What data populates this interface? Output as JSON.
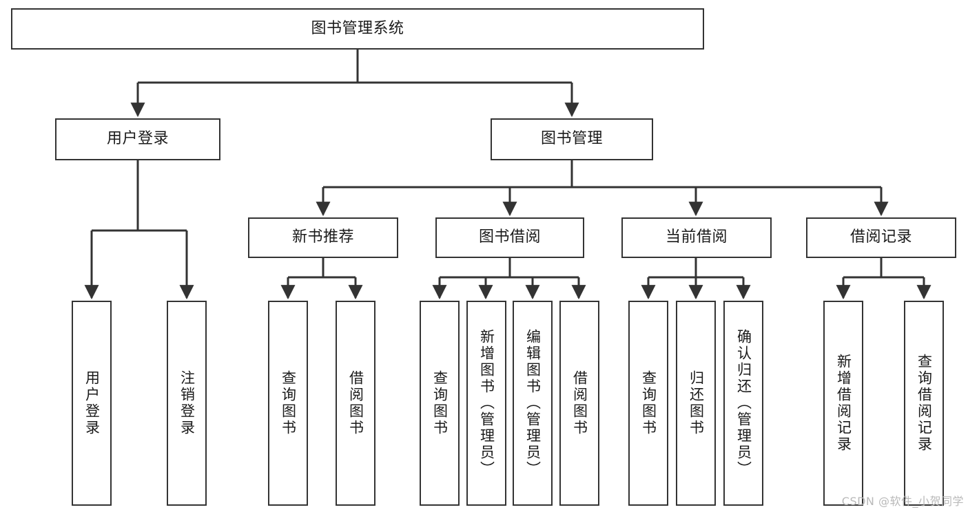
{
  "diagram": {
    "type": "tree-hierarchy",
    "title": "图书管理系统",
    "watermark": "CSDN @软件_小贺同学",
    "colors": {
      "border": "#333333",
      "background": "#ffffff",
      "text": "#1a1a1a",
      "connector": "#333333",
      "watermark": "#b9b9b9"
    },
    "nodes": {
      "root": {
        "label": "图书管理系统",
        "level": 1,
        "orientation": "horizontal"
      },
      "l2": [
        {
          "id": "user-login",
          "label": "用户登录",
          "level": 2,
          "orientation": "horizontal"
        },
        {
          "id": "book-management",
          "label": "图书管理",
          "level": 2,
          "orientation": "horizontal"
        }
      ],
      "l3": [
        {
          "id": "new-book-recommend",
          "label": "新书推荐",
          "level": 3,
          "orientation": "horizontal"
        },
        {
          "id": "book-borrow",
          "label": "图书借阅",
          "level": 3,
          "orientation": "horizontal"
        },
        {
          "id": "current-borrow",
          "label": "当前借阅",
          "level": 3,
          "orientation": "horizontal"
        },
        {
          "id": "borrow-record",
          "label": "借阅记录",
          "level": 3,
          "orientation": "horizontal"
        }
      ],
      "leaves": {
        "user_login": [
          {
            "id": "leaf-user-login",
            "label": "用户登录"
          },
          {
            "id": "leaf-logout-login",
            "label": "注销登录"
          }
        ],
        "new_book_recommend": [
          {
            "id": "leaf-query-book-1",
            "label": "查询图书"
          },
          {
            "id": "leaf-borrow-book-1",
            "label": "借阅图书"
          }
        ],
        "book_borrow": [
          {
            "id": "leaf-query-book-2",
            "label": "查询图书"
          },
          {
            "id": "leaf-add-book-admin",
            "label": "新增图书（管理员）"
          },
          {
            "id": "leaf-edit-book-admin",
            "label": "编辑图书（管理员）"
          },
          {
            "id": "leaf-borrow-book-2",
            "label": "借阅图书"
          }
        ],
        "current_borrow": [
          {
            "id": "leaf-query-book-3",
            "label": "查询图书"
          },
          {
            "id": "leaf-return-book",
            "label": "归还图书"
          },
          {
            "id": "leaf-confirm-return-admin",
            "label": "确认归还（管理员）"
          }
        ],
        "borrow_record": [
          {
            "id": "leaf-add-borrow-record",
            "label": "新增借阅记录"
          },
          {
            "id": "leaf-query-borrow-record",
            "label": "查询借阅记录"
          }
        ]
      }
    }
  }
}
